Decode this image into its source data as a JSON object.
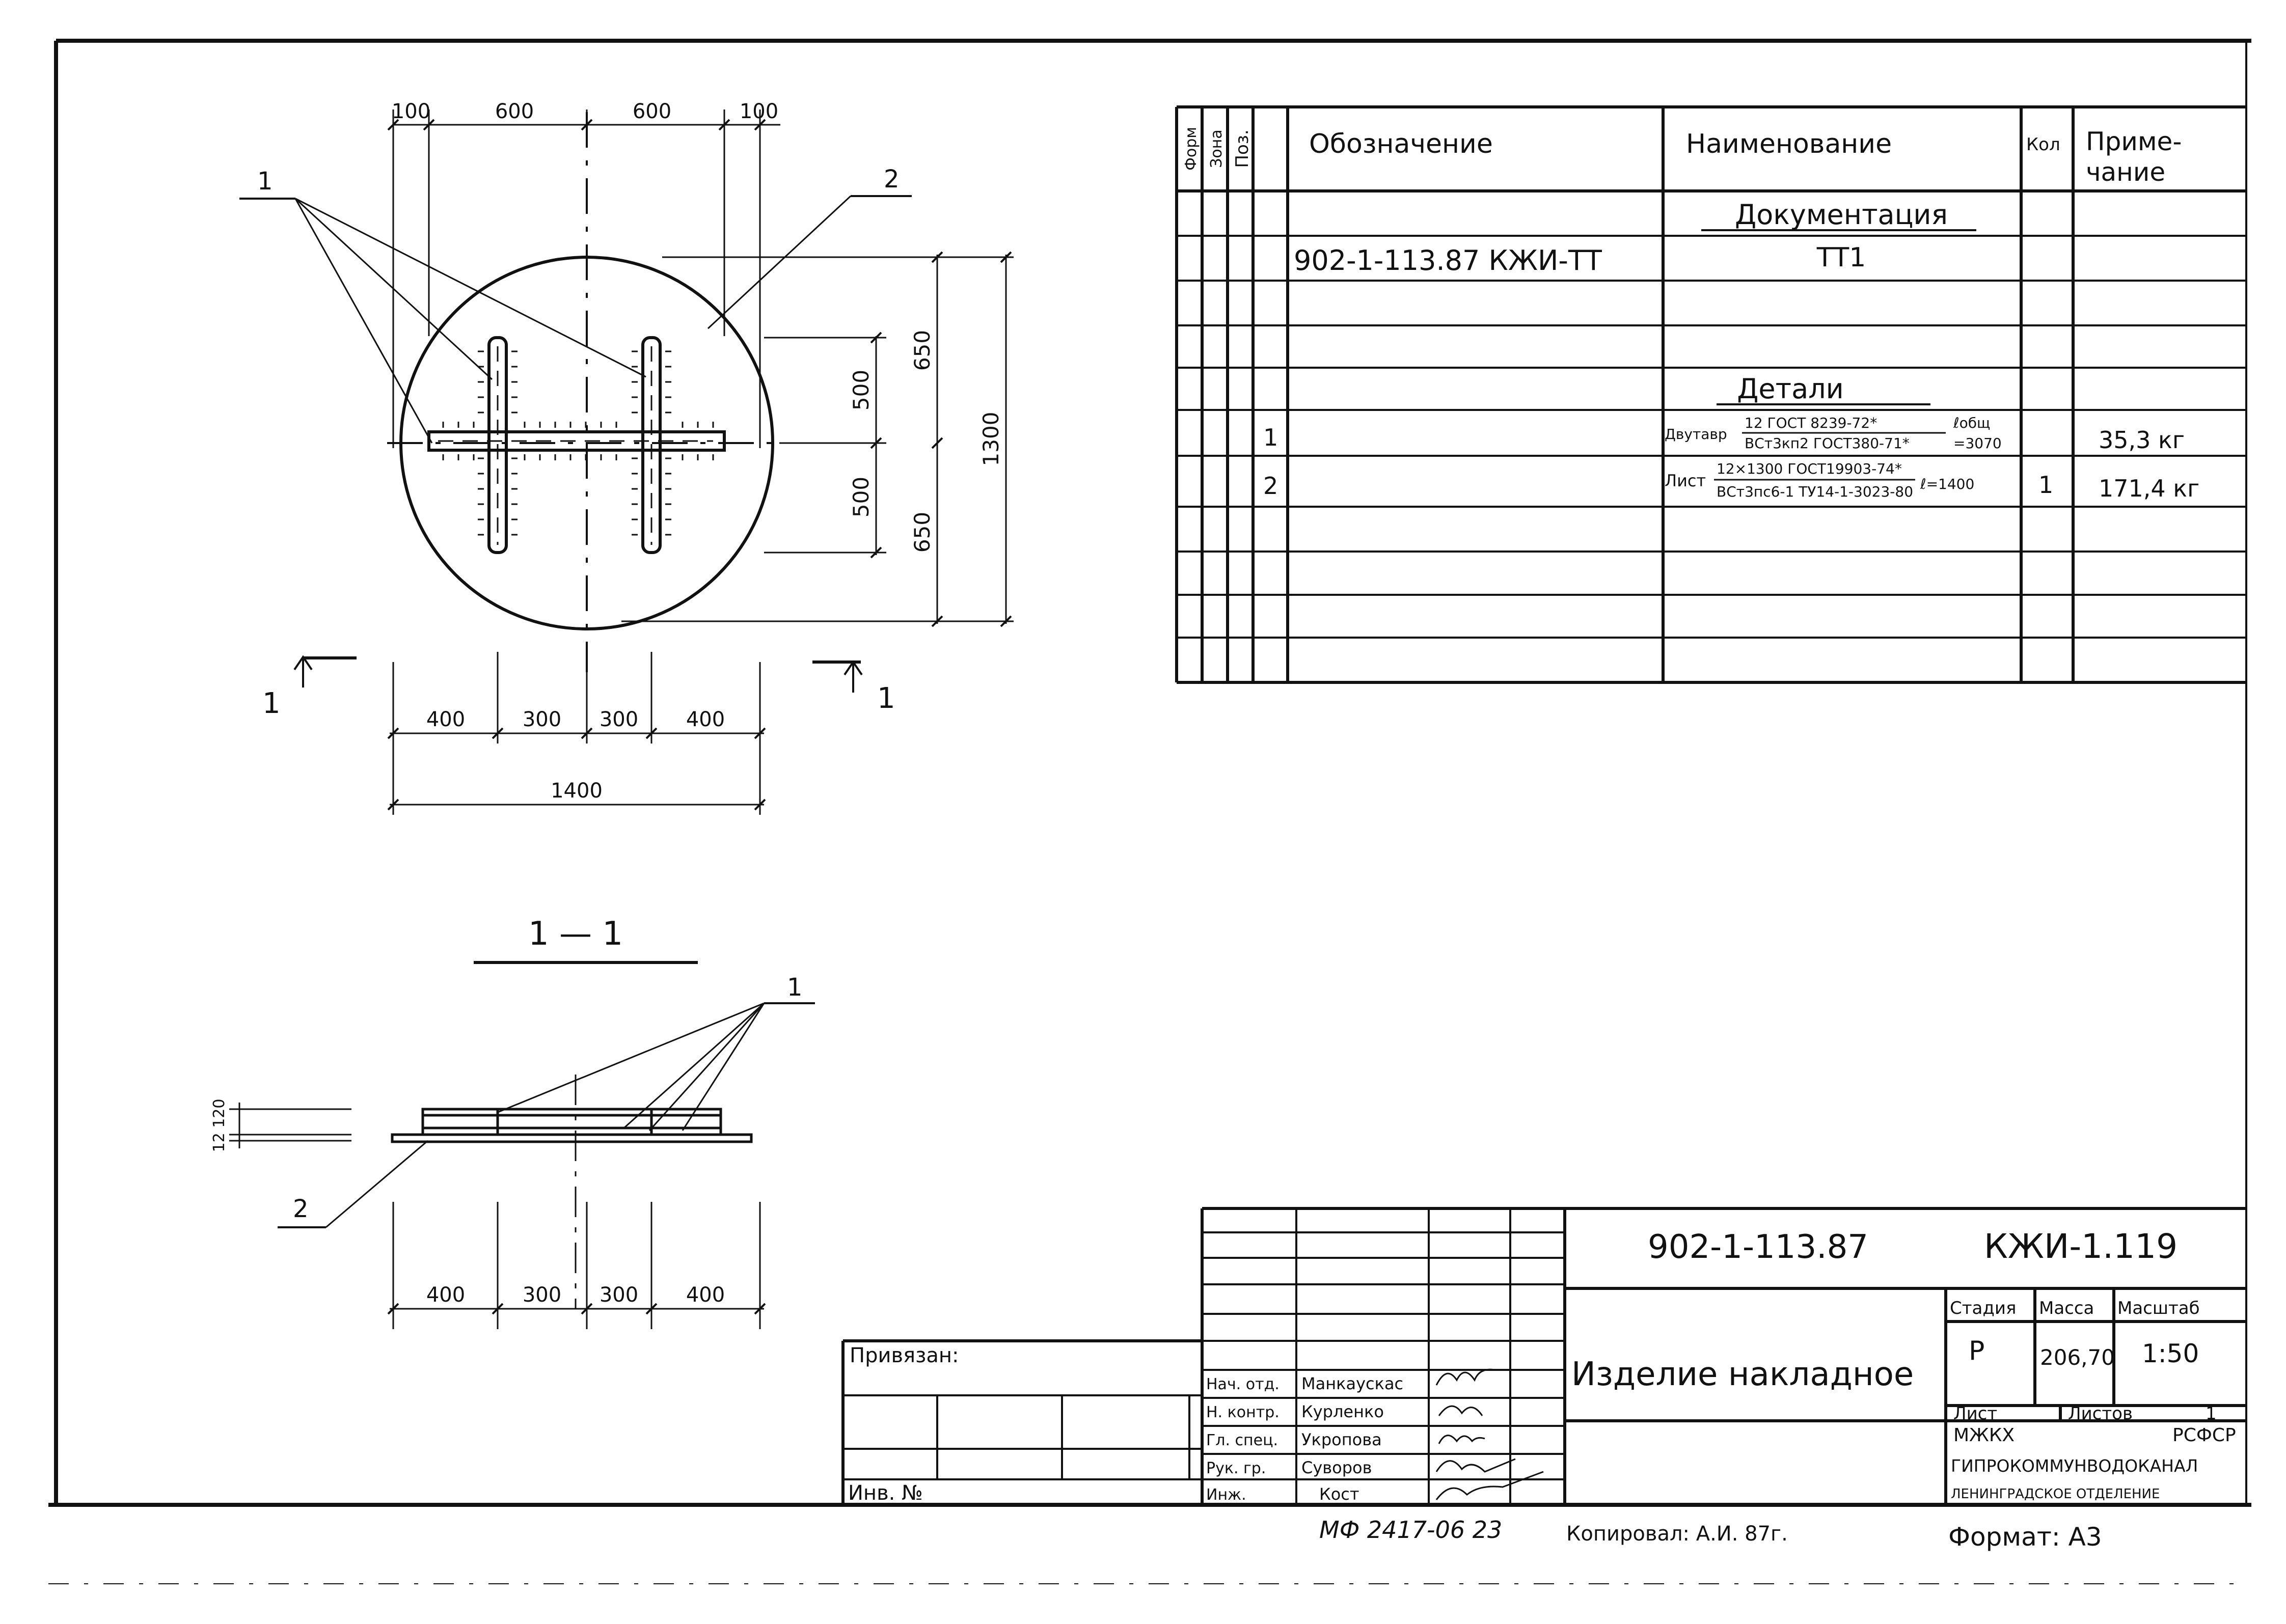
{
  "plan": {
    "dims_top": [
      "100",
      "600",
      "600",
      "100"
    ],
    "dims_right": [
      "500",
      "500",
      "650",
      "650",
      "1300"
    ],
    "dims_bottom": [
      "400",
      "300",
      "300",
      "400"
    ],
    "dim_total_bottom": "1400",
    "callout_1": "1",
    "callout_2": "2",
    "section_mark_left": "1",
    "section_mark_right": "1"
  },
  "section": {
    "title": "1 — 1",
    "callout_1": "1",
    "callout_2": "2",
    "dim_left": "12 120",
    "dims_bottom": [
      "400",
      "300",
      "300",
      "400"
    ]
  },
  "spec_table": {
    "headers": {
      "format": "Форм",
      "zone": "Зона",
      "pos": "Поз.",
      "designation": "Обозначение",
      "name": "Наименование",
      "qty": "Кол",
      "note_line1": "Приме-",
      "note_line2": "чание"
    },
    "section_documentation": "Документация",
    "doc_designation": "902-1-113.87 КЖИ-ТТ",
    "doc_name": "ТТ1",
    "section_details": "Детали",
    "rows": [
      {
        "pos": "1",
        "name_prefix": "Двутавр",
        "name_top": "12 ГОСТ 8239-72*",
        "name_bottom": "ВСт3кп2 ГОСТ380-71*",
        "name_suffix_top": "ℓобщ",
        "name_suffix_bottom": "=3070",
        "qty": "",
        "note": "35,3 кг"
      },
      {
        "pos": "2",
        "name_prefix": "Лист",
        "name_top": "12×1300 ГОСТ19903-74*",
        "name_bottom": "ВСт3пс6-1 ТУ14-1-3023-80",
        "name_suffix_top": "",
        "name_suffix_bottom": "ℓ=1400",
        "qty": "1",
        "note": "171,4 кг"
      }
    ]
  },
  "title_block": {
    "project_code": "902-1-113.87",
    "sheet_code": "КЖИ-1.119",
    "item_title": "Изделие накладное",
    "stage_label": "Стадия",
    "mass_label": "Масса",
    "scale_label": "Масштаб",
    "stage_value": "Р",
    "mass_value": "206,70",
    "scale_value": "1:50",
    "sheet_label": "Лист",
    "sheets_label": "Листов",
    "sheets_value": "1",
    "org_line1_left": "МЖКХ",
    "org_line1_right": "РСФСР",
    "org_line2": "ГИПРОКОММУНВОДОКАНАЛ",
    "org_line3": "ЛЕНИНГРАДСКОЕ ОТДЕЛЕНИЕ",
    "bound_label": "Привязан:",
    "inv_label": "Инв. №",
    "signatures": [
      {
        "role": "Нач. отд.",
        "name": "Манкаускас"
      },
      {
        "role": "Н. контр.",
        "name": "Курленко"
      },
      {
        "role": "Гл. спец.",
        "name": "Укропова"
      },
      {
        "role": "Рук. гр.",
        "name": "Суворов"
      },
      {
        "role": "Инж.",
        "name": "Кост"
      }
    ]
  },
  "footer": {
    "microfilm": "МФ 2417-06 23",
    "copied": "Копировал: А.И. 87г.",
    "format": "Формат: А3"
  }
}
